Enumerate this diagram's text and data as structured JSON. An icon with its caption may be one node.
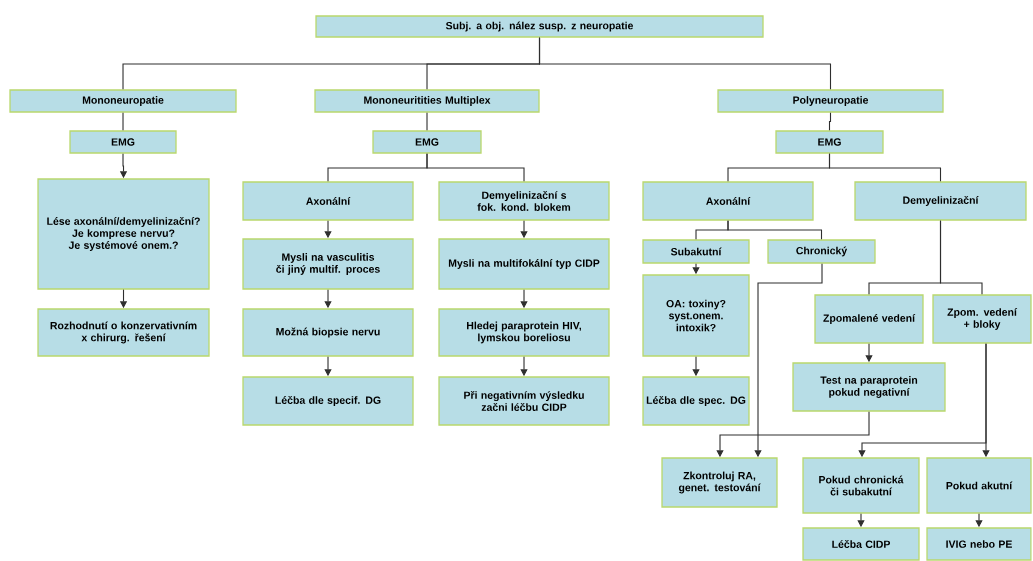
{
  "diagram": {
    "nodes": [
      {
        "text": [
          "Subj. a obj. nález susp. z neuropatie"
        ]
      },
      {
        "text": [
          "Mononeuropatie"
        ]
      },
      {
        "text": [
          "Mononeuritities Multiplex"
        ]
      },
      {
        "text": [
          "Polyneuropatie"
        ]
      },
      {
        "text": [
          "EMG"
        ]
      },
      {
        "text": [
          "EMG"
        ]
      },
      {
        "text": [
          "EMG"
        ]
      },
      {
        "text": [
          "Lése axonální/demyelinizační? Je komprese nervu? Je systémové onem.?"
        ]
      },
      {
        "text": [
          "Axonální"
        ]
      },
      {
        "text": [
          "Demyelinizační s fok. kond. blokem"
        ]
      },
      {
        "text": [
          "Axonální"
        ]
      },
      {
        "text": [
          "Demyelinizační"
        ]
      },
      {
        "text": [
          "Mysli na vasculitis či jiný multif. proces"
        ]
      },
      {
        "text": [
          "Mysli na multifokální typ CIDP"
        ]
      },
      {
        "text": [
          "Subakutní"
        ]
      },
      {
        "text": [
          "Chronický"
        ]
      },
      {
        "text": [
          "Rozhodnutí o konzervativním x chirurg. řešení"
        ]
      },
      {
        "text": [
          "Možná biopsie nervu"
        ]
      },
      {
        "text": [
          "Hledej paraprotein HIV, lymskou boreliosu"
        ]
      },
      {
        "text": [
          "OA: toxiny? syst.onem. intoxik?"
        ]
      },
      {
        "text": [
          "Zpomalené vedení"
        ]
      },
      {
        "text": [
          "Zpom. vedení + bloky"
        ]
      },
      {
        "text": [
          "Léčba dle specif. DG"
        ]
      },
      {
        "text": [
          "Při negativním výsledku začni léčbu CIDP"
        ]
      },
      {
        "text": [
          "Léčba dle spec. DG"
        ]
      },
      {
        "text": [
          "Test na paraprotein pokud negativní"
        ]
      },
      {
        "text": [
          "Zkontroluj RA, genet. testování"
        ]
      },
      {
        "text": [
          "Pokud chronická či subakutní"
        ]
      },
      {
        "text": [
          "Pokud akutní"
        ]
      },
      {
        "text": [
          "Léčba CIDP"
        ]
      },
      {
        "text": [
          "IVIG nebo PE"
        ]
      }
    ],
    "edges": [
      {
        "from": 0,
        "to": 1,
        "arrow": "none"
      },
      {
        "from": 0,
        "to": 2,
        "arrow": "none"
      },
      {
        "from": 0,
        "to": 3,
        "arrow": "none"
      },
      {
        "from": 1,
        "to": 4,
        "arrow": "none"
      },
      {
        "from": 2,
        "to": 5,
        "arrow": "none"
      },
      {
        "from": 3,
        "to": 6,
        "arrow": "none"
      },
      {
        "from": 4,
        "to": 7,
        "arrow": "to"
      },
      {
        "from": 5,
        "to": 8,
        "arrow": "none"
      },
      {
        "from": 5,
        "to": 9,
        "arrow": "none"
      },
      {
        "from": 6,
        "to": 10,
        "arrow": "none"
      },
      {
        "from": 6,
        "to": 11,
        "arrow": "none"
      },
      {
        "from": 7,
        "to": 16,
        "arrow": "to"
      },
      {
        "from": 8,
        "to": 12,
        "arrow": "to"
      },
      {
        "from": 9,
        "to": 13,
        "arrow": "to"
      },
      {
        "from": 12,
        "to": 17,
        "arrow": "to"
      },
      {
        "from": 13,
        "to": 18,
        "arrow": "to"
      },
      {
        "from": 17,
        "to": 22,
        "arrow": "to"
      },
      {
        "from": 18,
        "to": 23,
        "arrow": "to"
      },
      {
        "from": 10,
        "to": 14,
        "arrow": "none"
      },
      {
        "from": 10,
        "to": 15,
        "arrow": "none"
      },
      {
        "from": 14,
        "to": 19,
        "arrow": "to"
      },
      {
        "from": 19,
        "to": 24,
        "arrow": "to"
      },
      {
        "from": 11,
        "to": 20,
        "arrow": "none"
      },
      {
        "from": 11,
        "to": 21,
        "arrow": "none"
      },
      {
        "from": 20,
        "to": 25,
        "arrow": "to"
      },
      {
        "from": 25,
        "to": 26,
        "arrow": "to"
      },
      {
        "from": 15,
        "to": 26,
        "arrow": "to"
      },
      {
        "from": 21,
        "to": 27,
        "arrow": "to"
      },
      {
        "from": 21,
        "to": 28,
        "arrow": "to"
      },
      {
        "from": 27,
        "to": 29,
        "arrow": "to"
      },
      {
        "from": 28,
        "to": 30,
        "arrow": "to"
      }
    ]
  }
}
